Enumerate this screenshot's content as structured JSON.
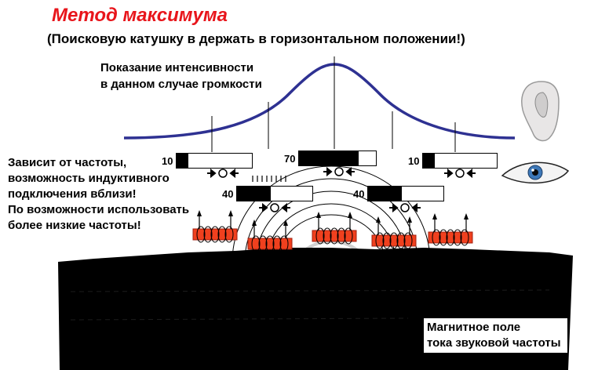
{
  "title": "Метод максимума",
  "subtitle": "(Поисковую катушку в держать в горизонтальном положении!)",
  "intensity_label": [
    "Показание интенсивности",
    "в данном случае громкости"
  ],
  "frequency_note": [
    "Зависит от частоты,",
    "возможность индуктивного",
    "подключения вблизи!",
    "По возможности использовать",
    "более низкие частоты!"
  ],
  "magnetic_field_label": [
    "Магнитное поле",
    "тока звуковой частоты"
  ],
  "meters": [
    {
      "value": "10",
      "fill": 0.16
    },
    {
      "value": "70",
      "fill": 0.78
    },
    {
      "value": "10",
      "fill": 0.16
    },
    {
      "value": "40",
      "fill": 0.45
    },
    {
      "value": "40",
      "fill": 0.45
    }
  ],
  "colors": {
    "title": "#e8151b",
    "curve": "#2e3192",
    "coil": "#f0401e",
    "ground": "#000000"
  },
  "icons": [
    "ear-icon",
    "eye-icon",
    "coil-icon",
    "arrow-icon"
  ]
}
